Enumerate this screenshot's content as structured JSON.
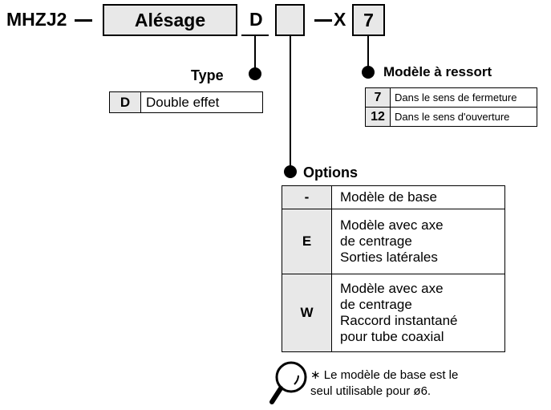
{
  "header": {
    "code_prefix": "MHZJ2",
    "dash": "—",
    "bore_label": "Alésage",
    "type_code": "D",
    "x_label": "X",
    "spring_code": "7"
  },
  "type_section": {
    "heading": "Type",
    "rows": [
      {
        "code": "D",
        "desc": "Double effet"
      }
    ]
  },
  "spring_section": {
    "heading": "Modèle à ressort",
    "rows": [
      {
        "code": "7",
        "desc": "Dans le sens de fermeture"
      },
      {
        "code": "12",
        "desc": "Dans le sens d'ouverture"
      }
    ]
  },
  "options_section": {
    "heading": "Options",
    "rows": [
      {
        "code": "-",
        "desc": "Modèle de base"
      },
      {
        "code": "E",
        "desc": "Modèle avec axe\nde centrage\nSorties latérales"
      },
      {
        "code": "W",
        "desc": "Modèle avec axe\nde centrage\nRaccord instantané\npour tube coaxial"
      }
    ]
  },
  "note": {
    "icon": "magnifier-icon",
    "text": "∗ Le modèle de base est le\nseul utilisable pour ø6."
  }
}
